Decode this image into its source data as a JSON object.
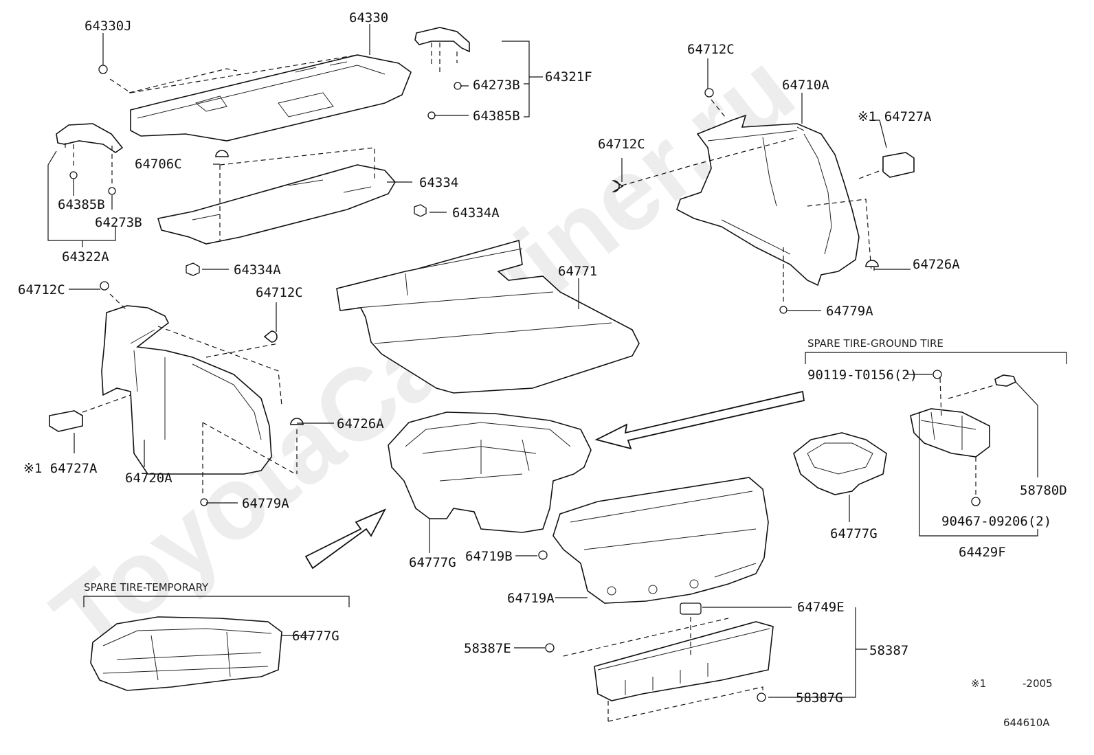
{
  "watermark": "ToyotaCarMiner.ru",
  "sections": {
    "temporary": "SPARE TIRE-TEMPORARY",
    "ground": "SPARE TIRE-GROUND TIRE"
  },
  "footnote": {
    "mark": "※1",
    "range": "-2005"
  },
  "diagram_id": "644610A",
  "labels": {
    "p64330J": "64330J",
    "p64330": "64330",
    "p64273B_top": "64273B",
    "p64321F": "64321F",
    "p64385B_top": "64385B",
    "p64712C_r1": "64712C",
    "p64710A": "64710A",
    "p64727A_r": "※1 64727A",
    "p64712C_r2": "64712C",
    "p64706C": "64706C",
    "p64334": "64334",
    "p64385B_l": "64385B",
    "p64273B_l": "64273B",
    "p64334A_1": "64334A",
    "p64322A": "64322A",
    "p64334A_2": "64334A",
    "p64771": "64771",
    "p64726A_r": "64726A",
    "p64779A_r": "64779A",
    "p64712C_l1": "64712C",
    "p64712C_l2": "64712C",
    "p64726A_l": "64726A",
    "p64727A_l": "※1 64727A",
    "p64720A": "64720A",
    "p64779A_l": "64779A",
    "p90119": "90119-T0156(2)",
    "p58780D": "58780D",
    "p90467": "90467-09206(2)",
    "p64429F": "64429F",
    "p64777G_g": "64777G",
    "p64777G_c": "64777G",
    "p64719B": "64719B",
    "p64719A": "64719A",
    "p64749E": "64749E",
    "p58387": "58387",
    "p58387E": "58387E",
    "p58387G": "58387G",
    "p64777G_t": "64777G"
  }
}
